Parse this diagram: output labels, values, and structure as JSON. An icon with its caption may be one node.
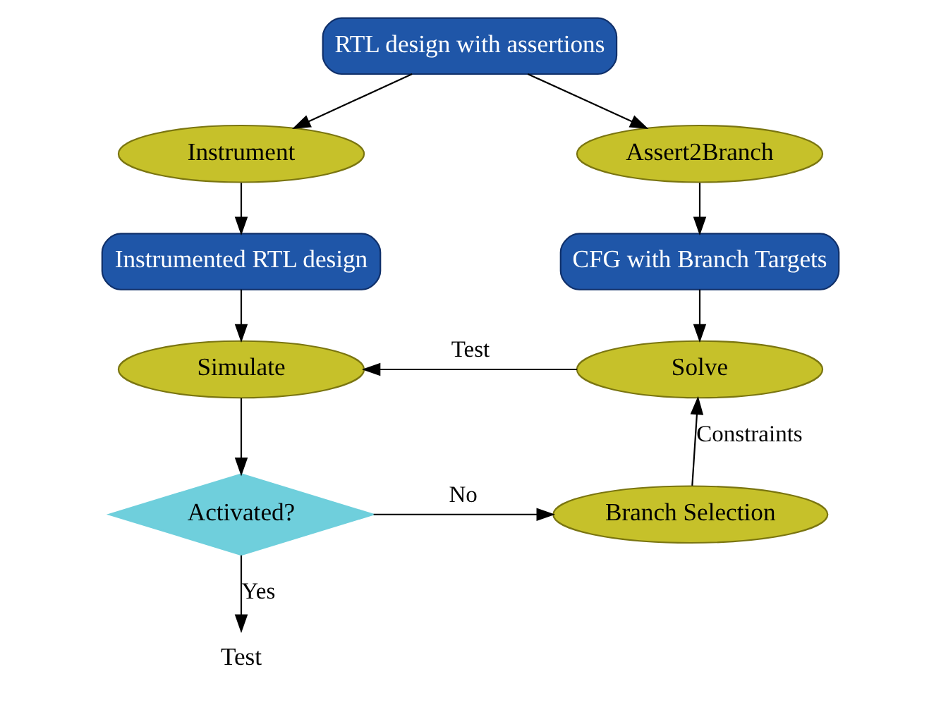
{
  "diagram": {
    "nodes": [
      {
        "text": [
          "RTL design with assertions"
        ]
      },
      {
        "text": [
          "Instrument"
        ]
      },
      {
        "text": [
          "Assert2Branch"
        ]
      },
      {
        "text": [
          "Instrumented RTL design"
        ]
      },
      {
        "text": [
          "CFG with Branch Targets"
        ]
      },
      {
        "text": [
          "Simulate"
        ]
      },
      {
        "text": [
          "Solve"
        ]
      },
      {
        "text": [
          "Activated?"
        ]
      },
      {
        "text": [
          "Branch Selection"
        ]
      },
      {
        "text": [
          "Test"
        ]
      }
    ],
    "edges": [
      {
        "from": 0,
        "to": 1,
        "arrow": "to"
      },
      {
        "from": 0,
        "to": 2,
        "arrow": "to"
      },
      {
        "from": 1,
        "to": 3,
        "arrow": "to"
      },
      {
        "from": 2,
        "to": 4,
        "arrow": "to"
      },
      {
        "from": 3,
        "to": 5,
        "arrow": "to"
      },
      {
        "from": 4,
        "to": 6,
        "arrow": "to"
      },
      {
        "from": 6,
        "to": 5,
        "arrow": "to",
        "label": "Test"
      },
      {
        "from": 5,
        "to": 7,
        "arrow": "to"
      },
      {
        "from": 7,
        "to": 8,
        "arrow": "to",
        "label": "No"
      },
      {
        "from": 8,
        "to": 6,
        "arrow": "to",
        "label": "Constraints"
      },
      {
        "from": 7,
        "to": 9,
        "arrow": "to",
        "label": "Yes"
      }
    ]
  }
}
